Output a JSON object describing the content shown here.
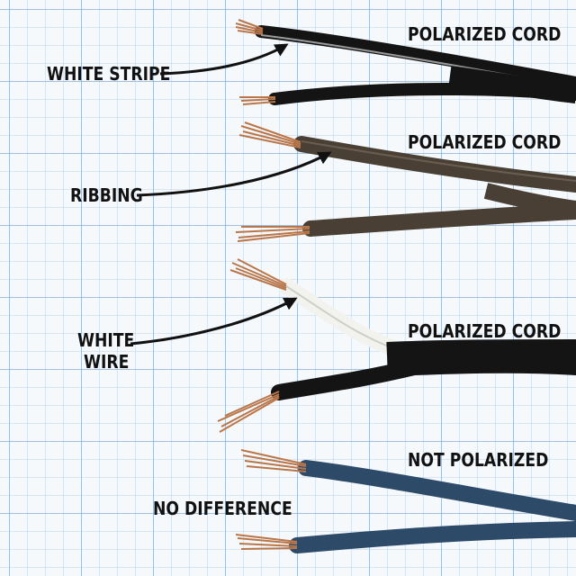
{
  "labels": {
    "polarized_1": "POLARIZED CORD",
    "polarized_2": "POLARIZED CORD",
    "polarized_3": "POLARIZED CORD",
    "not_polarized": "NOT POLARIZED",
    "white_stripe": "WHITE STRIPE",
    "ribbing": "RIBBING",
    "white_wire_line1": "WHITE",
    "white_wire_line2": "WIRE",
    "no_difference": "NO DIFFERENCE"
  },
  "colors": {
    "black_cord": "#141414",
    "brown_cord": "#4a3f35",
    "white_wire": "#f2f2ee",
    "blue_cord": "#2d4a68",
    "copper": "#b8764a",
    "grid": "#7aa0cd"
  }
}
